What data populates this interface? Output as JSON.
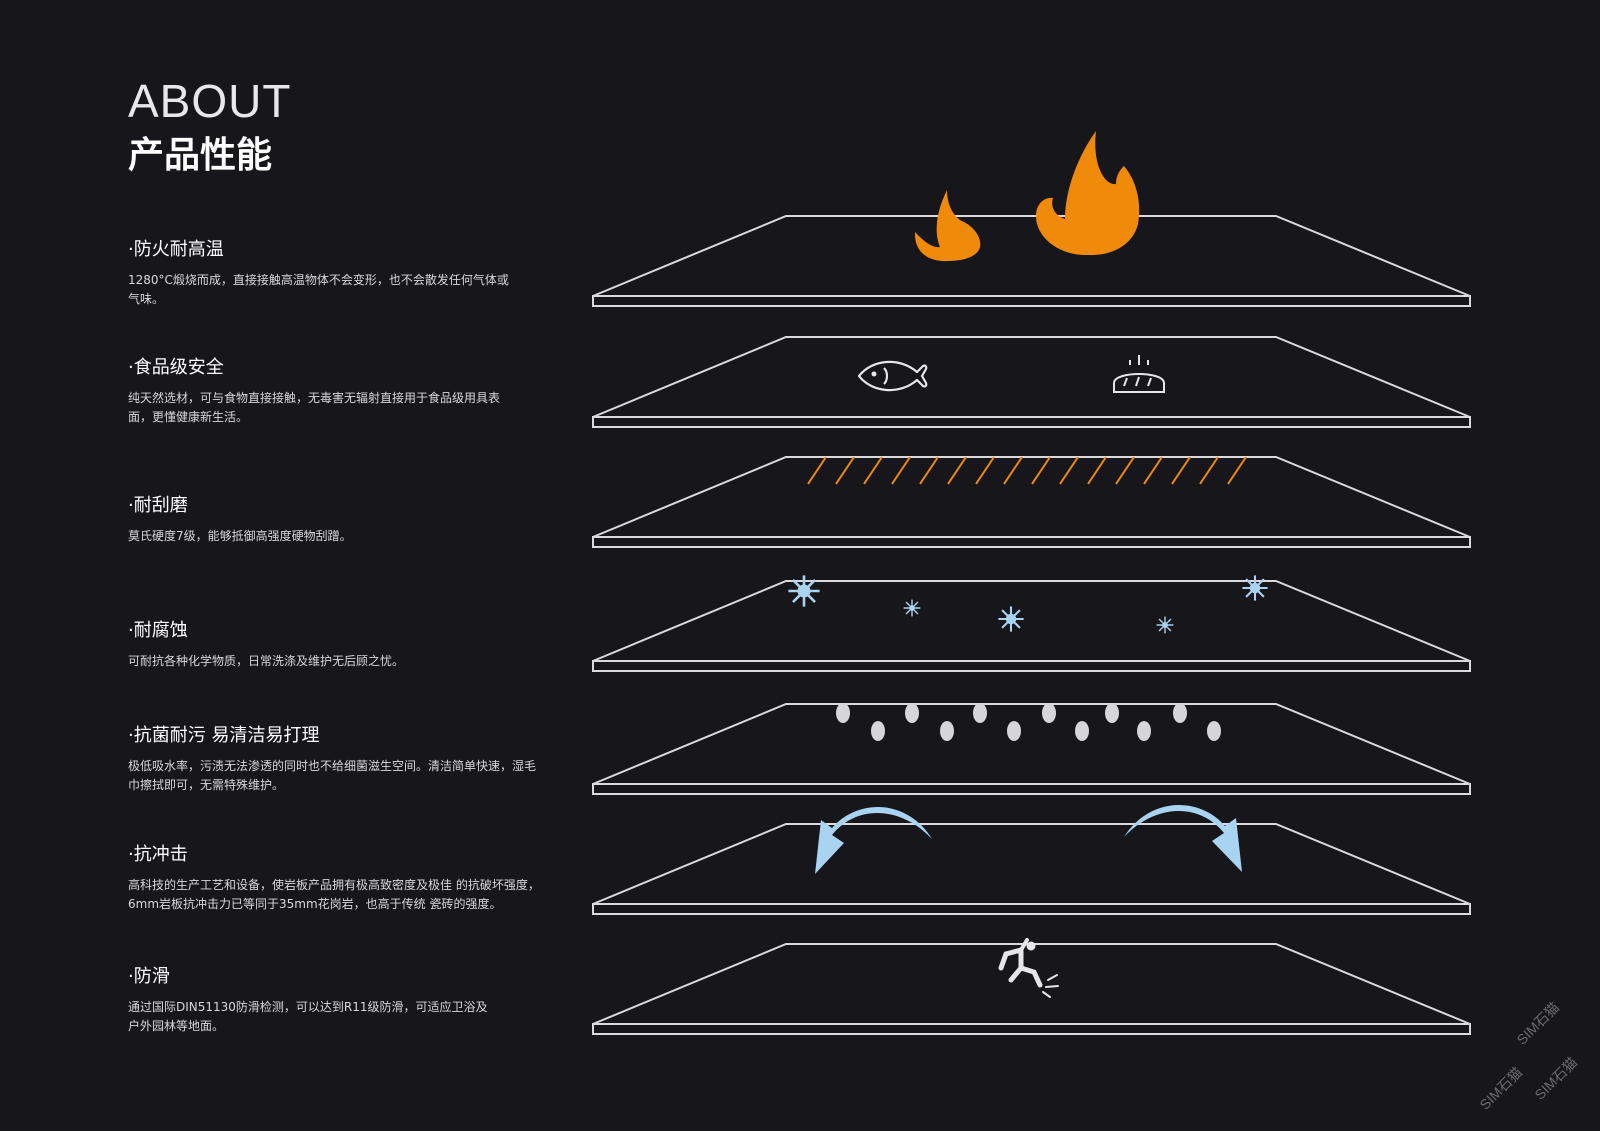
{
  "header": {
    "eyebrow": "ABOUT",
    "title": "产品性能"
  },
  "features": [
    {
      "title": "·防火耐高温",
      "desc": "1280°C煅烧而成，直接接触高温物体不会变形，也不会散发任何气体或气味。",
      "icon": "flame-icon"
    },
    {
      "title": "·食品级安全",
      "desc": "纯天然选材，可与食物直接接触，无毒害无辐射直接用于食品级用具表面，更懂健康新生活。",
      "icon": "fish-icon"
    },
    {
      "title": "·耐刮磨",
      "desc": "莫氏硬度7级，能够抵御高强度硬物刮蹭。",
      "icon": "scratch-lines-icon"
    },
    {
      "title": "·耐腐蚀",
      "desc": "可耐抗各种化学物质，日常洗涤及维护无后顾之忧。",
      "icon": "sparkle-icon"
    },
    {
      "title": "·抗菌耐污 易清洁易打理",
      "desc": "极低吸水率，污渍无法渗透的同时也不给细菌滋生空间。清洁简单快速，湿毛巾擦拭即可，无需特殊维护。",
      "icon": "droplet-icon"
    },
    {
      "title": "·抗冲击",
      "desc": "高科技的生产工艺和设备，使岩板产品拥有极高致密度及极佳 的抗破坏强度，6mm岩板抗冲击力已等同于35mm花岗岩，也高于传统 瓷砖的强度。",
      "icon": "curved-arrow-icon"
    },
    {
      "title": "·防滑",
      "desc": "通过国际DIN51130防滑检测，可以达到R11级防滑，可适应卫浴及户外园林等地面。",
      "icon": "slipping-person-icon"
    }
  ],
  "colors": {
    "background": "#17161b",
    "slab_stroke": "#d9d9de",
    "flame": "#f08a0a",
    "ice_blue": "#a8d4f2",
    "droplet": "#d6d6d8"
  },
  "watermark": {
    "text": "SIM石猫"
  }
}
